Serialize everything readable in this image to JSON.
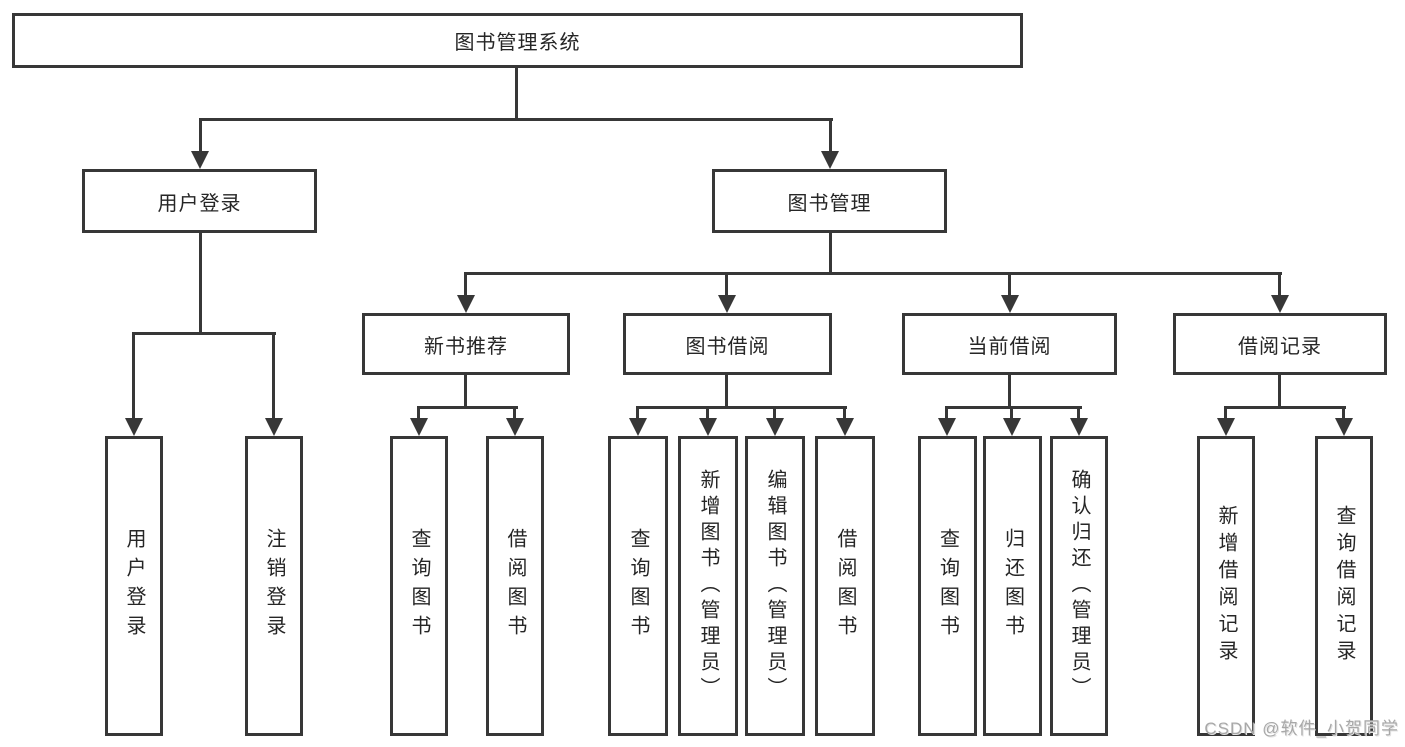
{
  "diagram_type": "hierarchy-tree",
  "colors": {
    "line": "#373737",
    "box_border": "#373737",
    "box_bg": "#ffffff",
    "text": "#262626",
    "watermark": "#a8a8a8",
    "background": "#ffffff"
  },
  "tree": {
    "label": "图书管理系统",
    "children": [
      {
        "label": "用户登录",
        "children": [
          {
            "label": "用户登录"
          },
          {
            "label": "注销登录"
          }
        ]
      },
      {
        "label": "图书管理",
        "children": [
          {
            "label": "新书推荐",
            "children": [
              {
                "label": "查询图书"
              },
              {
                "label": "借阅图书"
              }
            ]
          },
          {
            "label": "图书借阅",
            "children": [
              {
                "label": "查询图书"
              },
              {
                "label": "新增图书（管理员）"
              },
              {
                "label": "编辑图书（管理员）"
              },
              {
                "label": "借阅图书"
              }
            ]
          },
          {
            "label": "当前借阅",
            "children": [
              {
                "label": "查询图书"
              },
              {
                "label": "归还图书"
              },
              {
                "label": "确认归还（管理员）"
              }
            ]
          },
          {
            "label": "借阅记录",
            "children": [
              {
                "label": "新增借阅记录"
              },
              {
                "label": "查询借阅记录"
              }
            ]
          }
        ]
      }
    ]
  },
  "watermark": {
    "text": "CSDN @软件_小贺同学"
  }
}
